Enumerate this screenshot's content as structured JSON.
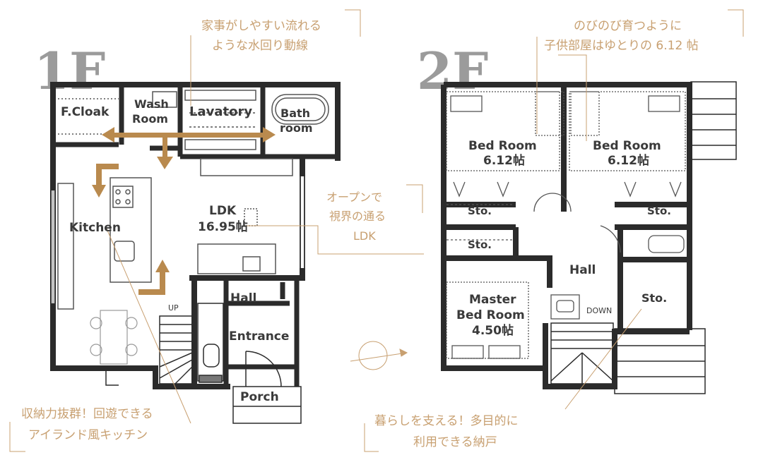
{
  "floors": {
    "first": {
      "label": "1F",
      "rooms": {
        "f_cloak": "F.Cloak",
        "wash_room_1": "Wash",
        "wash_room_2": "Room",
        "lavatory": "Lavatory",
        "bath_room_1": "Bath",
        "bath_room_2": "room",
        "ldk_1": "LDK",
        "ldk_2": "16.95帖",
        "kitchen": "Kitchen",
        "hall": "Hall",
        "entrance": "Entrance",
        "porch": "Porch",
        "up": "UP"
      }
    },
    "second": {
      "label": "2F",
      "rooms": {
        "bed_room_left_1": "Bed Room",
        "bed_room_left_2": "6.12帖",
        "bed_room_right_1": "Bed Room",
        "bed_room_right_2": "6.12帖",
        "sto_left": "Sto.",
        "sto_right": "Sto.",
        "sto_middle": "Sto.",
        "sto_big": "Sto.",
        "hall": "Hall",
        "master_1": "Master",
        "master_2": "Bed Room",
        "master_3": "4.50帖",
        "down": "DOWN"
      }
    }
  },
  "annotations": {
    "housework_1": "家事がしやすい流れる",
    "housework_2": "ような水回り動線",
    "kids_1": "のびのび育つように",
    "kids_2": "子供部屋はゆとりの 6.12 帖",
    "open_1": "オープンで",
    "open_2": "視界の通る",
    "open_3": "LDK",
    "island_1": "収納力抜群！回遊できる",
    "island_2": "アイランド風キッチン",
    "storage_1": "暮らしを支える！多目的に",
    "storage_2": "利用できる納戸"
  },
  "colors": {
    "wall": "#2b2b2b",
    "accent": "#c8a071",
    "arrow": "#b98a4e",
    "floor_label": "#9b9b9b"
  }
}
